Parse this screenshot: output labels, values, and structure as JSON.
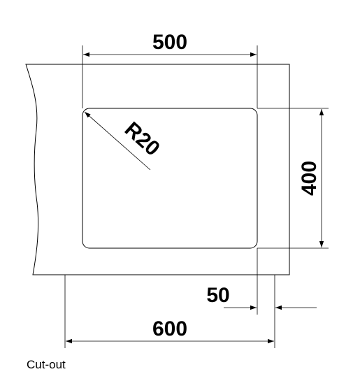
{
  "diagram": {
    "caption": "Cut-out",
    "dimensions": {
      "width_inner": "500",
      "height_inner": "400",
      "corner_radius": "R20",
      "width_outer": "600",
      "offset": "50"
    },
    "colors": {
      "line": "#000000",
      "background": "#ffffff"
    }
  }
}
